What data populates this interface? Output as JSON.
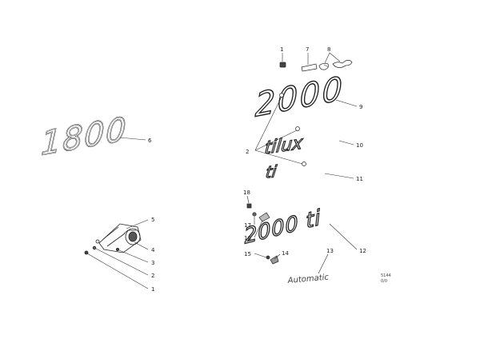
{
  "diagram": {
    "callouts": [
      {
        "id": "c1",
        "label": "1"
      },
      {
        "id": "c2",
        "label": "2"
      },
      {
        "id": "c3",
        "label": "3"
      },
      {
        "id": "c4",
        "label": "4"
      },
      {
        "id": "c5",
        "label": "5"
      },
      {
        "id": "c6",
        "label": "6"
      },
      {
        "id": "c7",
        "label": "7"
      },
      {
        "id": "c8",
        "label": "8"
      },
      {
        "id": "c9",
        "label": "9"
      },
      {
        "id": "c10",
        "label": "10"
      },
      {
        "id": "c11",
        "label": "11"
      },
      {
        "id": "c12",
        "label": "12"
      },
      {
        "id": "c13",
        "label": "13"
      },
      {
        "id": "c14",
        "label": "14"
      },
      {
        "id": "c15",
        "label": "15"
      },
      {
        "id": "c16",
        "label": "16"
      },
      {
        "id": "c17",
        "label": "17"
      },
      {
        "id": "c18",
        "label": "18"
      },
      {
        "id": "c1b",
        "label": "1"
      },
      {
        "id": "c2b",
        "label": "2"
      }
    ],
    "emblems": {
      "e1800": "1800",
      "e2000": "2000",
      "tilux": "tilux",
      "ti": "ti",
      "e2000ti": "2000 ti",
      "automatic": "Automatic"
    },
    "drawing_code": {
      "line1": "5144",
      "line2": "0/0"
    }
  }
}
